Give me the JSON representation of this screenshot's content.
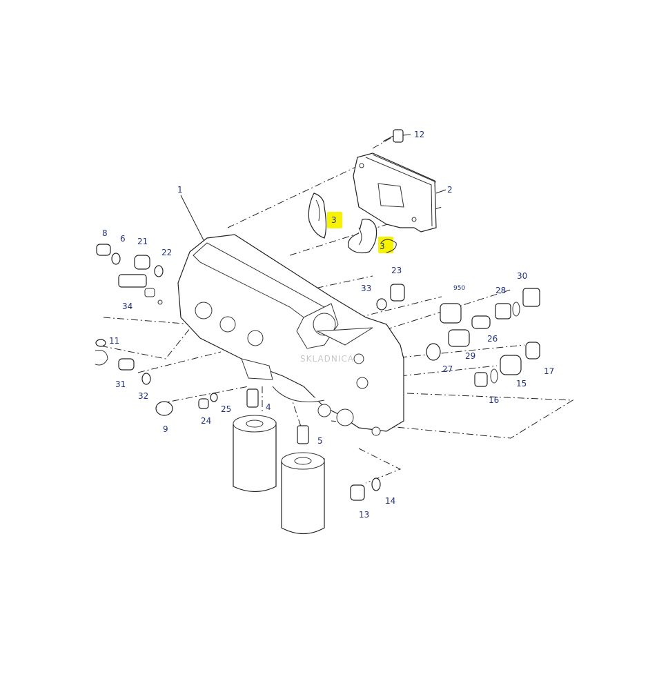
{
  "diagram": {
    "background_color": "#ffffff",
    "label_color": "#1f2f8f",
    "highlight_color": "#f6f200",
    "watermark": "SKLADNICA",
    "callouts": [
      {
        "key": "c1",
        "text": "1"
      },
      {
        "key": "c2",
        "text": "2"
      },
      {
        "key": "c3a",
        "text": "3"
      },
      {
        "key": "c3b",
        "text": "3"
      },
      {
        "key": "c4",
        "text": "4"
      },
      {
        "key": "c5",
        "text": "5"
      },
      {
        "key": "c6",
        "text": "6"
      },
      {
        "key": "c8",
        "text": "8"
      },
      {
        "key": "c9",
        "text": "9"
      },
      {
        "key": "c11",
        "text": "11"
      },
      {
        "key": "c12",
        "text": "12"
      },
      {
        "key": "c13",
        "text": "13"
      },
      {
        "key": "c14",
        "text": "14"
      },
      {
        "key": "c15",
        "text": "15"
      },
      {
        "key": "c16",
        "text": "16"
      },
      {
        "key": "c17",
        "text": "17"
      },
      {
        "key": "c21",
        "text": "21"
      },
      {
        "key": "c22",
        "text": "22"
      },
      {
        "key": "c23",
        "text": "23"
      },
      {
        "key": "c24",
        "text": "24"
      },
      {
        "key": "c25",
        "text": "25"
      },
      {
        "key": "c26",
        "text": "26"
      },
      {
        "key": "c27",
        "text": "27"
      },
      {
        "key": "c28",
        "text": "28"
      },
      {
        "key": "c29",
        "text": "29"
      },
      {
        "key": "c30",
        "text": "30"
      },
      {
        "key": "c31",
        "text": "31"
      },
      {
        "key": "c32",
        "text": "32"
      },
      {
        "key": "c33",
        "text": "33"
      },
      {
        "key": "c34",
        "text": "34"
      },
      {
        "key": "c950",
        "text": "950"
      }
    ]
  }
}
